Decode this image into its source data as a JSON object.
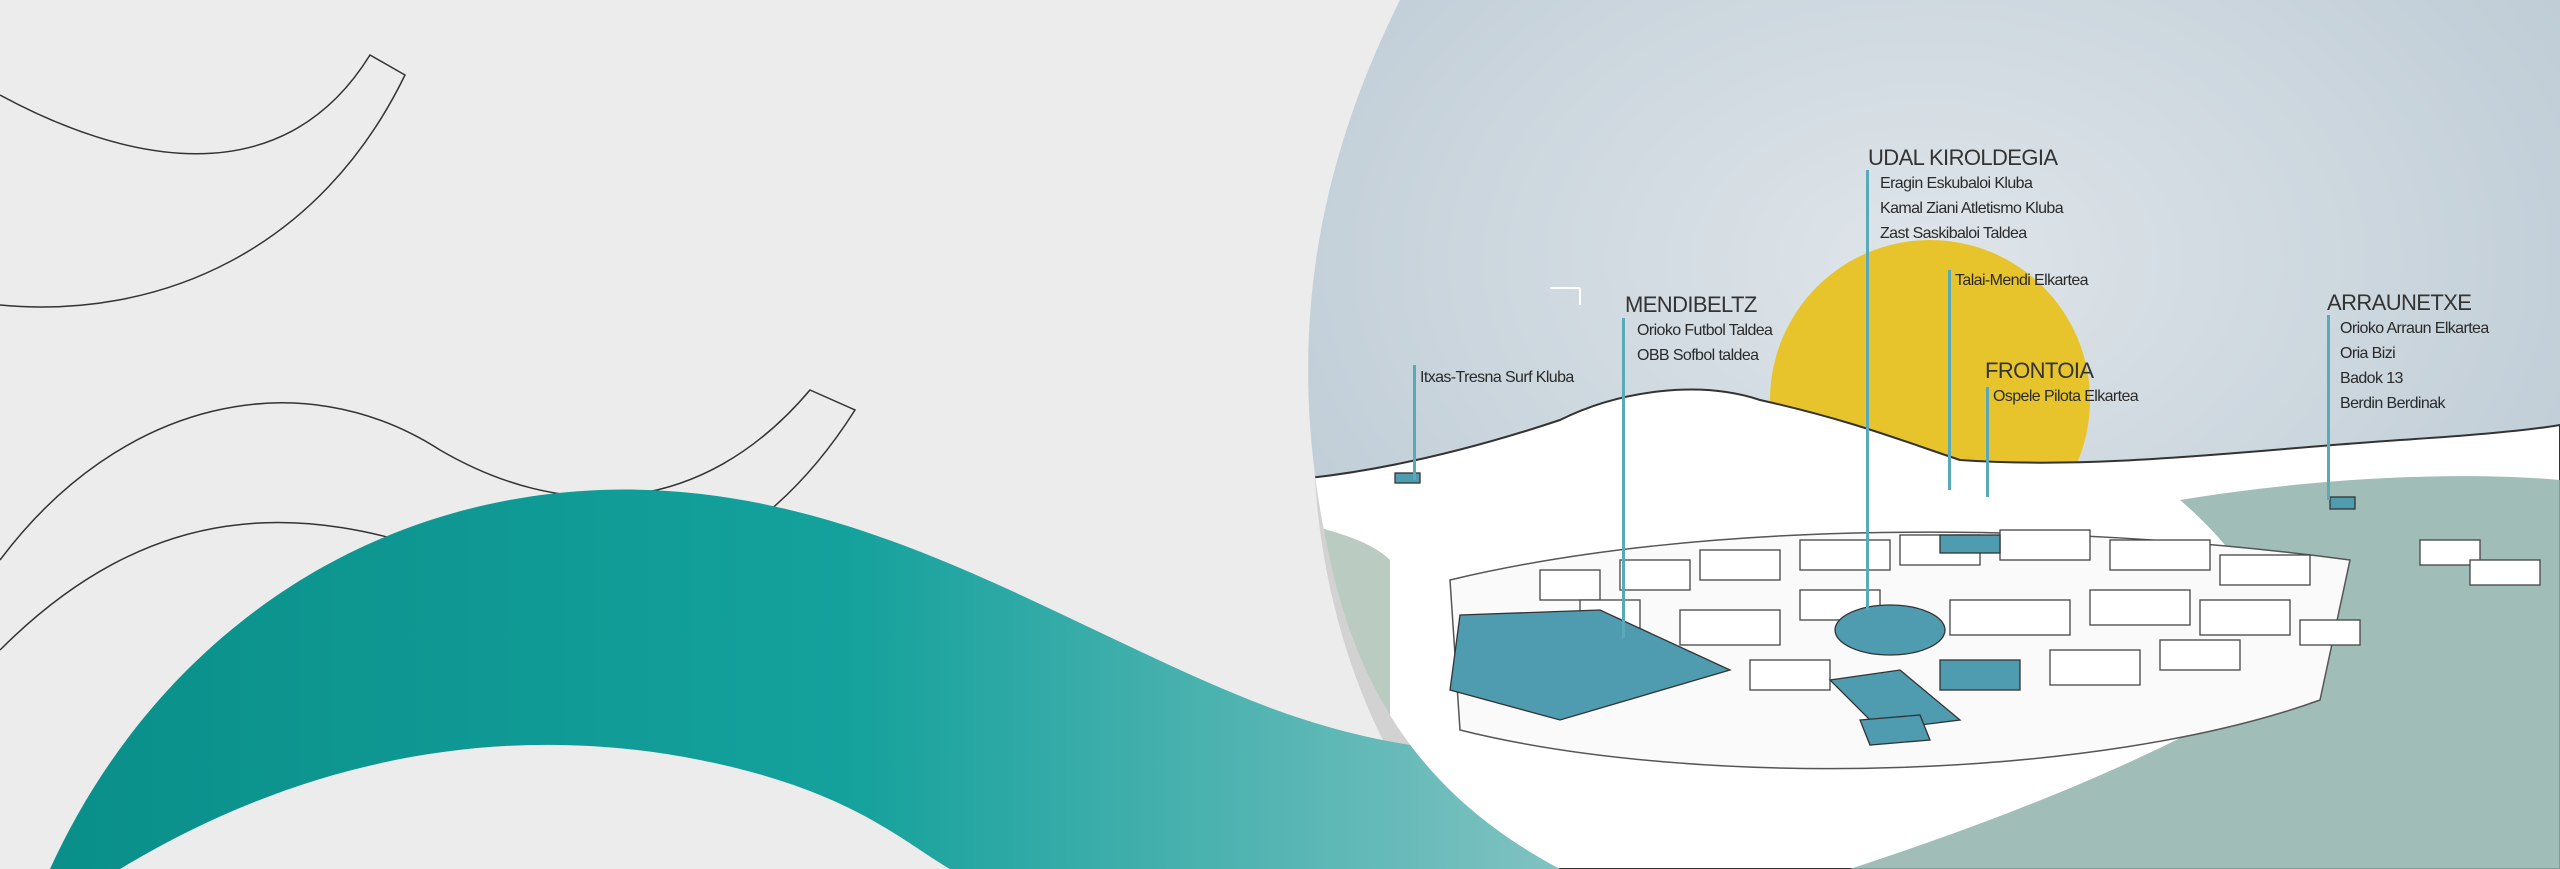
{
  "colors": {
    "background": "#ececec",
    "teal": "#0f9a95",
    "sun": "#e8c42c",
    "sky": "#c9d4dc",
    "water": "#7fa9a0",
    "marker": "#5aa9b8",
    "building_fill": "#4f9bb0"
  },
  "locations": [
    {
      "heading": "UDAL KIROLDEGIA",
      "items": [
        "Eragin Eskubaloi Kluba",
        "Kamal Ziani Atletismo Kluba",
        "Zast Saskibaloi Taldea"
      ]
    },
    {
      "heading": "",
      "items": [
        "Talai-Mendi Elkartea"
      ]
    },
    {
      "heading": "MENDIBELTZ",
      "items": [
        "Orioko Futbol  Taldea",
        "OBB Sofbol taldea"
      ]
    },
    {
      "heading": "FRONTOIA",
      "items": [
        "Ospele Pilota Elkartea"
      ]
    },
    {
      "heading": "",
      "items": [
        "Itxas-Tresna Surf Kluba"
      ]
    },
    {
      "heading": "ARRAUNETXE",
      "items": [
        "Orioko Arraun Elkartea",
        "Oria Bizi",
        "Badok 13",
        "Berdin Berdinak"
      ]
    }
  ]
}
